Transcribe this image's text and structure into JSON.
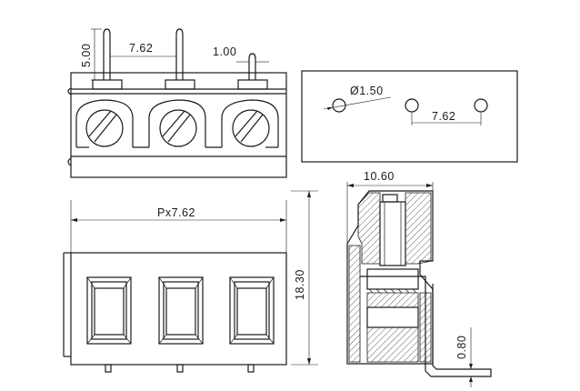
{
  "dimensions": {
    "pin_height": "5.00",
    "pin_pitch": "7.62",
    "pin_width": "1.00",
    "hole_diameter": "Ø1.50",
    "hole_pitch": "7.62",
    "pitch": "Px7.62",
    "height": "18.30",
    "depth": "10.60",
    "pin_thickness": "0.80"
  }
}
